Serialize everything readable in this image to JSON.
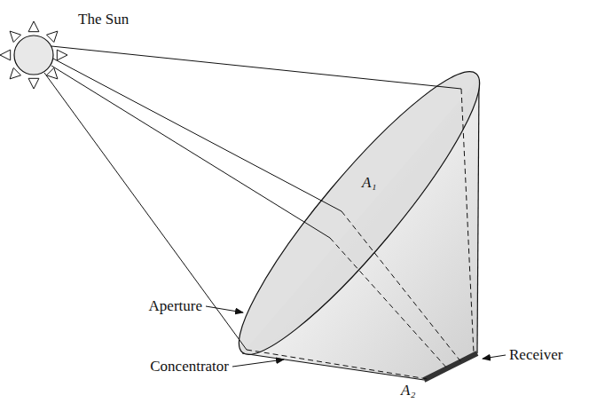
{
  "diagram": {
    "labels": [
      "The Sun",
      "A₁",
      "Aperture",
      "Concentrator",
      "A₂",
      "Receiver"
    ]
  }
}
